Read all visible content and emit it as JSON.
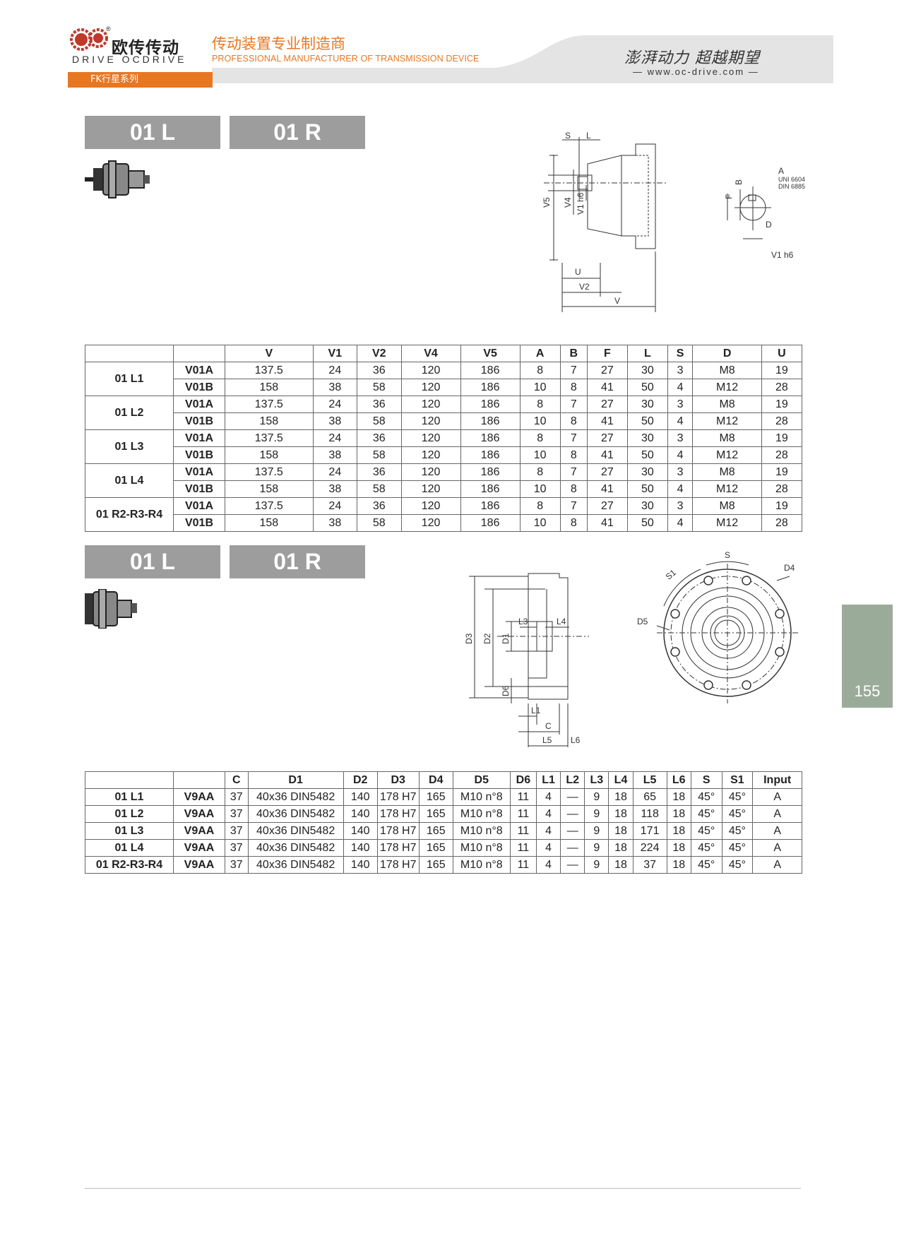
{
  "header": {
    "logo_cn": "欧传传动",
    "logo_en": "DRIVE OCDRIVE",
    "tagline_cn": "传动装置专业制造商",
    "tagline_en": "PROFESSIONAL MANUFACTURER OF TRANSMISSION DEVICE",
    "series": "FK行星系列",
    "slogan": "澎湃动力 超越期望",
    "website": "www.oc-drive.com"
  },
  "section1": {
    "models": [
      "01 L",
      "01 R"
    ],
    "drawing_labels": {
      "S": "S",
      "L": "L",
      "V5": "V5",
      "V4": "V4",
      "V1h6": "V1 h6",
      "U": "U",
      "V2": "V2",
      "V": "V",
      "B": "B",
      "F": "F",
      "A": "A",
      "UNI": "UNI 6604",
      "DIN": "DIN 6885",
      "D": "D",
      "V1h6b": "V1 h6"
    },
    "table": {
      "columns": [
        "V",
        "V1",
        "V2",
        "V4",
        "V5",
        "A",
        "B",
        "F",
        "L",
        "S",
        "D",
        "U"
      ],
      "groups": [
        {
          "model": "01 L1",
          "rows": [
            {
              "code": "V01A",
              "values": [
                "137.5",
                "24",
                "36",
                "120",
                "186",
                "8",
                "7",
                "27",
                "30",
                "3",
                "M8",
                "19"
              ]
            },
            {
              "code": "V01B",
              "values": [
                "158",
                "38",
                "58",
                "120",
                "186",
                "10",
                "8",
                "41",
                "50",
                "4",
                "M12",
                "28"
              ]
            }
          ]
        },
        {
          "model": "01 L2",
          "rows": [
            {
              "code": "V01A",
              "values": [
                "137.5",
                "24",
                "36",
                "120",
                "186",
                "8",
                "7",
                "27",
                "30",
                "3",
                "M8",
                "19"
              ]
            },
            {
              "code": "V01B",
              "values": [
                "158",
                "38",
                "58",
                "120",
                "186",
                "10",
                "8",
                "41",
                "50",
                "4",
                "M12",
                "28"
              ]
            }
          ]
        },
        {
          "model": "01 L3",
          "rows": [
            {
              "code": "V01A",
              "values": [
                "137.5",
                "24",
                "36",
                "120",
                "186",
                "8",
                "7",
                "27",
                "30",
                "3",
                "M8",
                "19"
              ]
            },
            {
              "code": "V01B",
              "values": [
                "158",
                "38",
                "58",
                "120",
                "186",
                "10",
                "8",
                "41",
                "50",
                "4",
                "M12",
                "28"
              ]
            }
          ]
        },
        {
          "model": "01 L4",
          "rows": [
            {
              "code": "V01A",
              "values": [
                "137.5",
                "24",
                "36",
                "120",
                "186",
                "8",
                "7",
                "27",
                "30",
                "3",
                "M8",
                "19"
              ]
            },
            {
              "code": "V01B",
              "values": [
                "158",
                "38",
                "58",
                "120",
                "186",
                "10",
                "8",
                "41",
                "50",
                "4",
                "M12",
                "28"
              ]
            }
          ]
        },
        {
          "model": "01 R2-R3-R4",
          "rows": [
            {
              "code": "V01A",
              "values": [
                "137.5",
                "24",
                "36",
                "120",
                "186",
                "8",
                "7",
                "27",
                "30",
                "3",
                "M8",
                "19"
              ]
            },
            {
              "code": "V01B",
              "values": [
                "158",
                "38",
                "58",
                "120",
                "186",
                "10",
                "8",
                "41",
                "50",
                "4",
                "M12",
                "28"
              ]
            }
          ]
        }
      ]
    }
  },
  "section2": {
    "models": [
      "01 L",
      "01 R"
    ],
    "drawing_labels": {
      "D3": "D3",
      "D2": "D2",
      "D1": "D1",
      "D6": "D6",
      "L3": "L3",
      "L4": "L4",
      "L1": "L1",
      "C": "C",
      "L5": "L5",
      "L6": "L6",
      "S": "S",
      "S1": "S1",
      "D4": "D4",
      "D5": "D5"
    },
    "table": {
      "columns": [
        "C",
        "D1",
        "D2",
        "D3",
        "D4",
        "D5",
        "D6",
        "L1",
        "L2",
        "L3",
        "L4",
        "L5",
        "L6",
        "S",
        "S1",
        "Input"
      ],
      "rows": [
        {
          "model": "01 L1",
          "code": "V9AA",
          "values": [
            "37",
            "40x36 DIN5482",
            "140",
            "178 H7",
            "165",
            "M10 n°8",
            "11",
            "4",
            "—",
            "9",
            "18",
            "65",
            "18",
            "45°",
            "45°",
            "A"
          ]
        },
        {
          "model": "01 L2",
          "code": "V9AA",
          "values": [
            "37",
            "40x36 DIN5482",
            "140",
            "178 H7",
            "165",
            "M10 n°8",
            "11",
            "4",
            "—",
            "9",
            "18",
            "118",
            "18",
            "45°",
            "45°",
            "A"
          ]
        },
        {
          "model": "01 L3",
          "code": "V9AA",
          "values": [
            "37",
            "40x36 DIN5482",
            "140",
            "178 H7",
            "165",
            "M10 n°8",
            "11",
            "4",
            "—",
            "9",
            "18",
            "171",
            "18",
            "45°",
            "45°",
            "A"
          ]
        },
        {
          "model": "01 L4",
          "code": "V9AA",
          "values": [
            "37",
            "40x36 DIN5482",
            "140",
            "178 H7",
            "165",
            "M10 n°8",
            "11",
            "4",
            "—",
            "9",
            "18",
            "224",
            "18",
            "45°",
            "45°",
            "A"
          ]
        },
        {
          "model": "01 R2-R3-R4",
          "code": "V9AA",
          "values": [
            "37",
            "40x36 DIN5482",
            "140",
            "178 H7",
            "165",
            "M10 n°8",
            "11",
            "4",
            "—",
            "9",
            "18",
            "37",
            "18",
            "45°",
            "45°",
            "A"
          ]
        }
      ]
    }
  },
  "page_number": "155",
  "colors": {
    "accent": "#e87722",
    "box_gray": "#9d9d9d",
    "tab_green": "#9bab99"
  }
}
